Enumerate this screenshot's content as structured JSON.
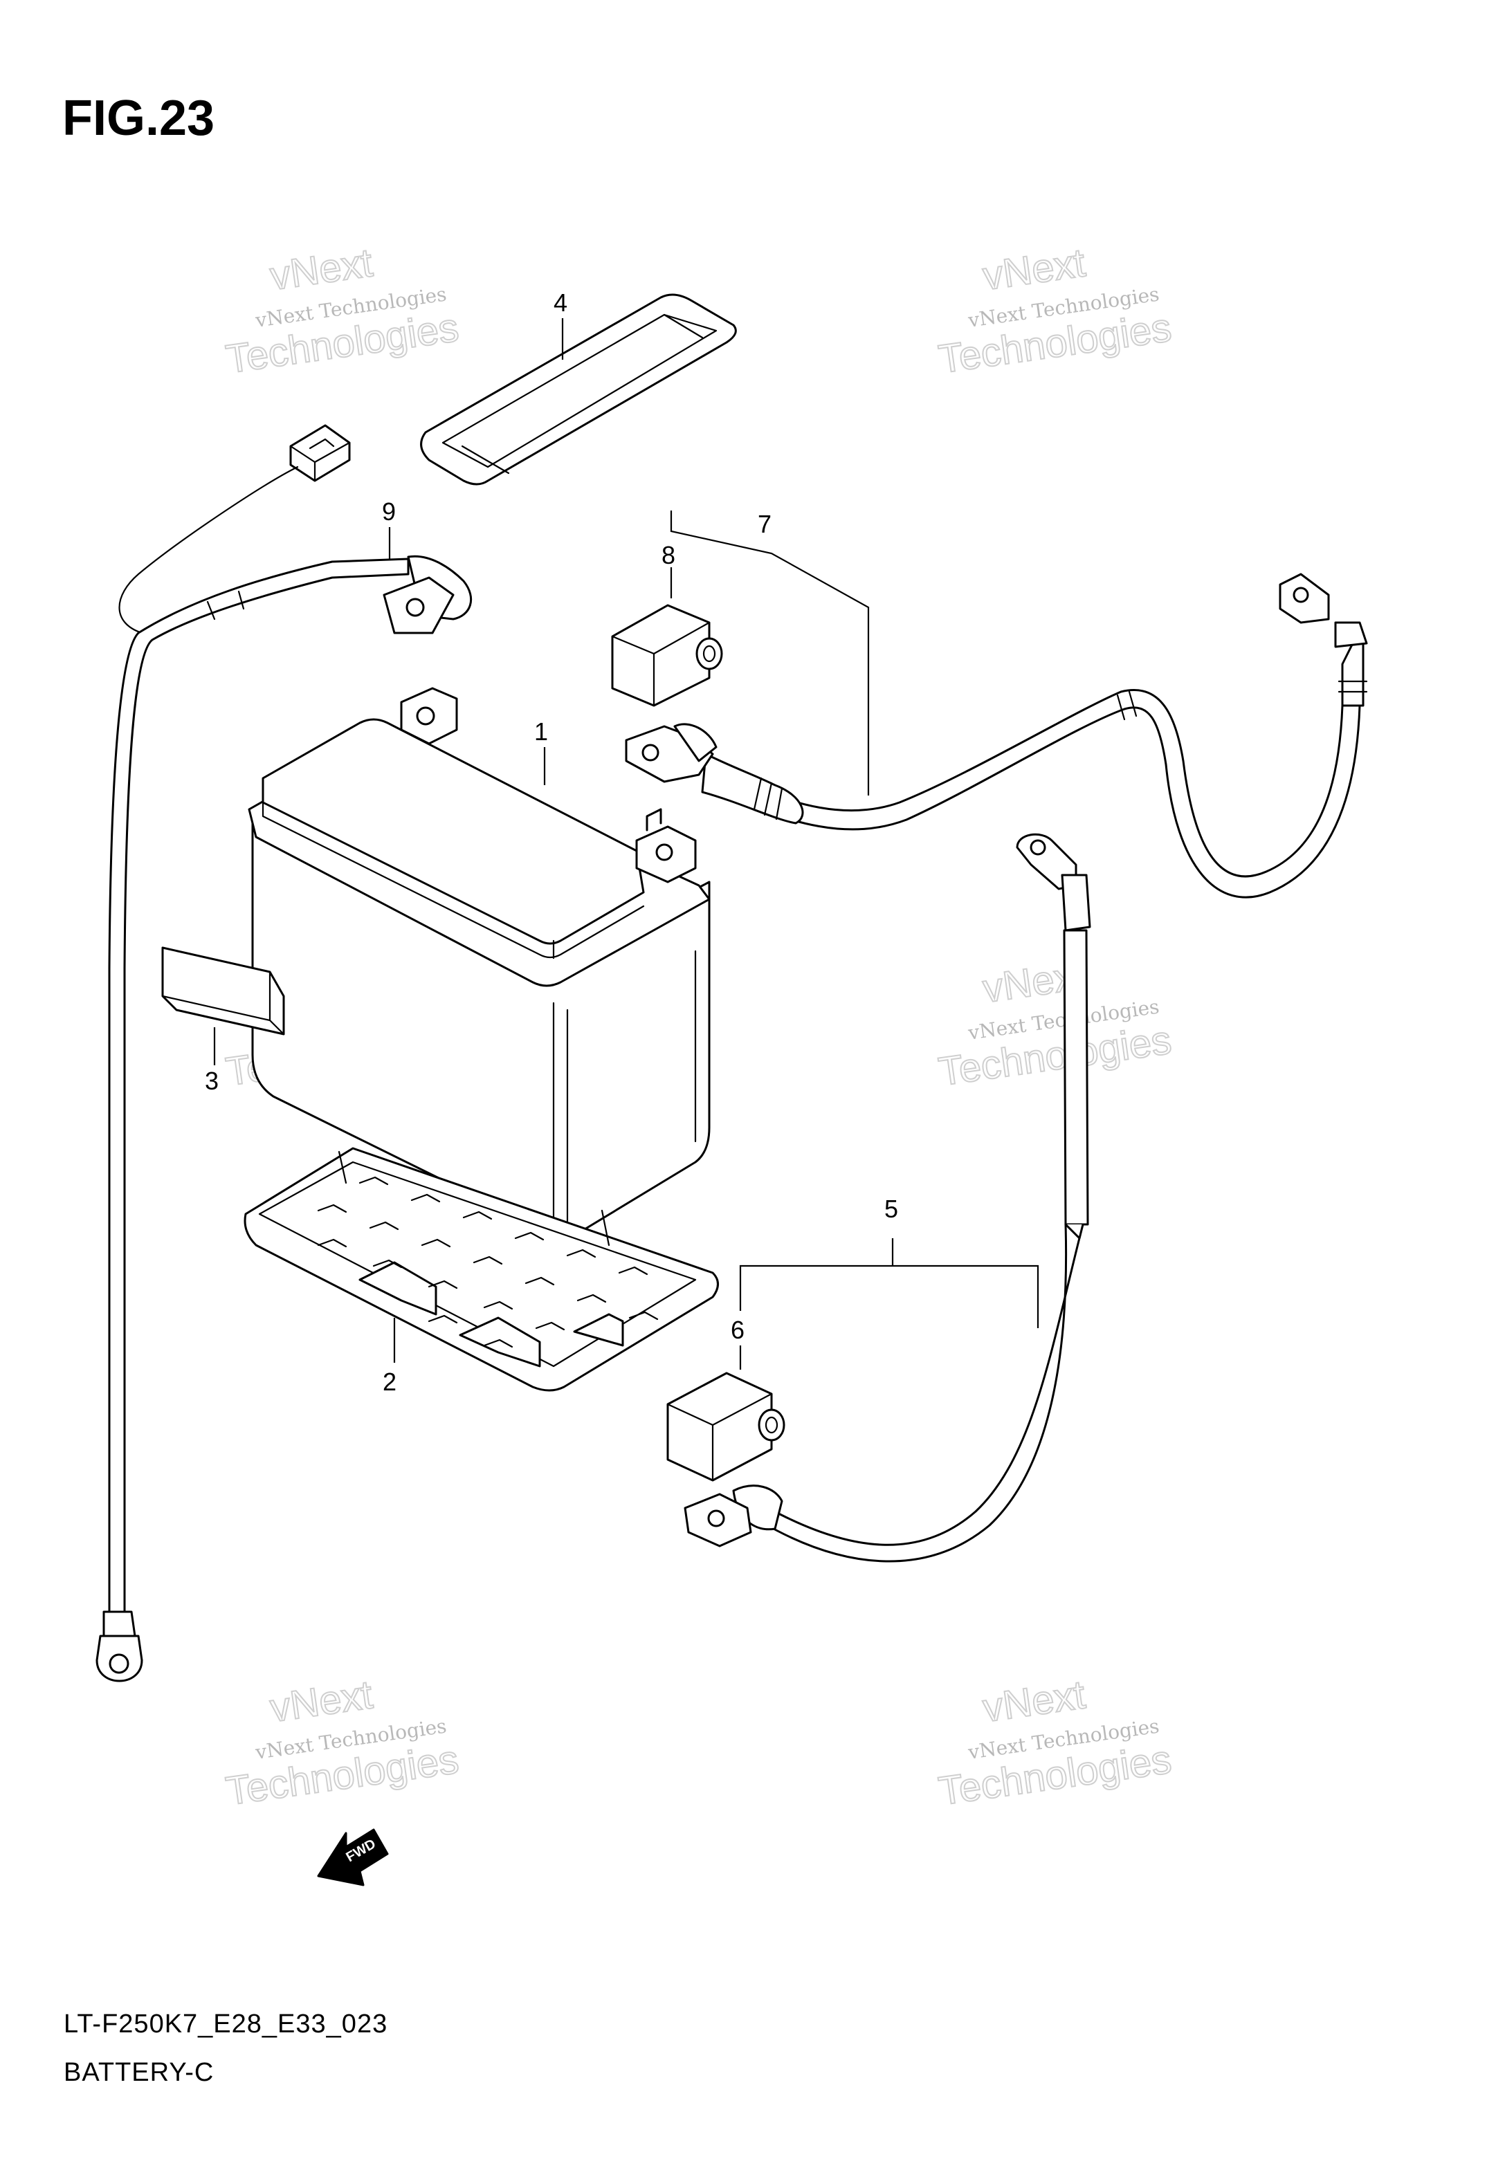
{
  "figure": {
    "title": "FIG.23",
    "code": "LT-F250K7_E28_E33_023",
    "subtitle": "BATTERY-C"
  },
  "callouts": [
    {
      "id": "1",
      "label": "1"
    },
    {
      "id": "2",
      "label": "2"
    },
    {
      "id": "3",
      "label": "3"
    },
    {
      "id": "4",
      "label": "4"
    },
    {
      "id": "5",
      "label": "5"
    },
    {
      "id": "6",
      "label": "6"
    },
    {
      "id": "7",
      "label": "7"
    },
    {
      "id": "8",
      "label": "8"
    },
    {
      "id": "9",
      "label": "9"
    }
  ],
  "watermark": {
    "line1": "vNext Technologies",
    "line2": "vNext",
    "line3": "Technologies"
  },
  "fwd_label": "FWD",
  "colors": {
    "ink": "#000000",
    "watermark": "#bdbdbd",
    "background": "#ffffff"
  }
}
